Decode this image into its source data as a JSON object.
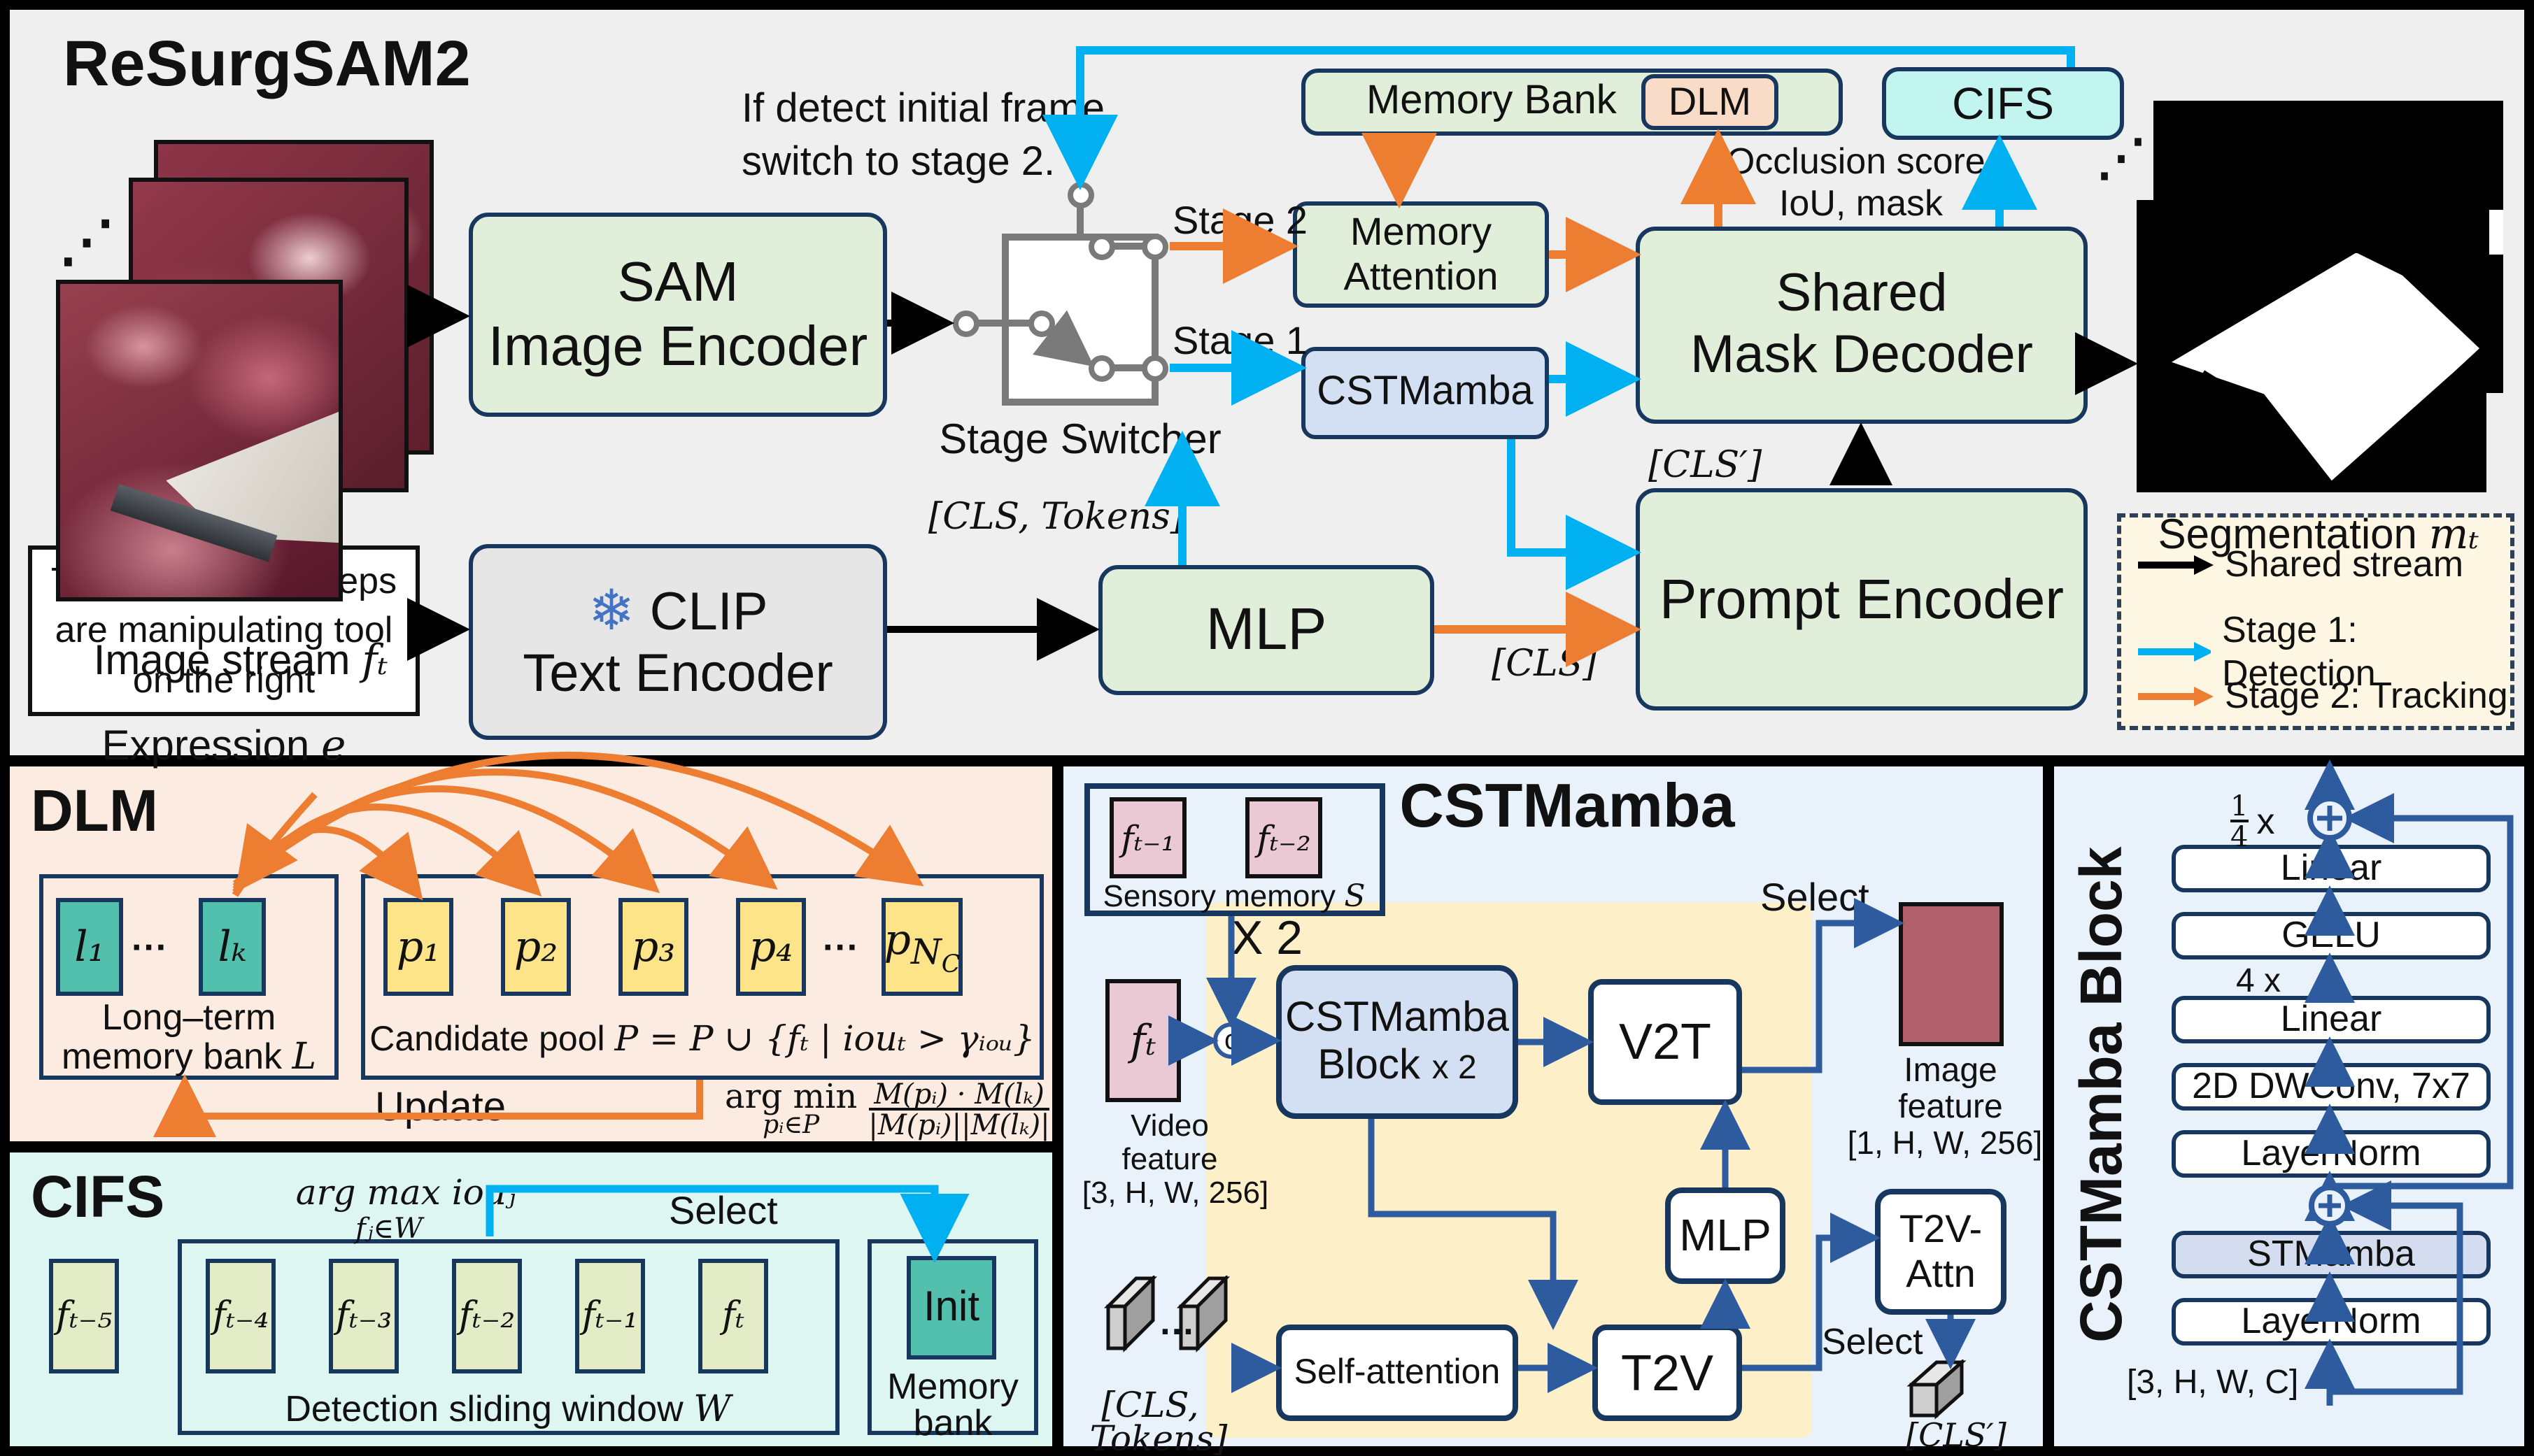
{
  "colors": {
    "panel_top_bg": "#efefef",
    "green_box": "#e1eed9",
    "navy_border": "#17375e",
    "orange": "#ed7d31",
    "cyan": "#00b0f0",
    "blue_arrow": "#2e5b9e",
    "cifs_fill": "#c2f4f0",
    "dlm_chip_fill": "#f9dcc8",
    "dlm_panel_bg": "#fcebe0",
    "cifs_panel_bg": "#ddf6f1",
    "mamba_panel_bg": "#e9f1fb",
    "periwinkle": "#d3dff2",
    "yellow_region": "#fdf0c9",
    "yellow_cell": "#fde488",
    "teal_cell": "#53c0ae",
    "pink_cell": "#eac9d4",
    "pale_green_cell": "#e3ecc7",
    "maroon": "#b2606c",
    "legend_bg": "#fdf6e3",
    "gray_box": "#e7e6e6",
    "switch_gray": "#7a7a7a"
  },
  "top": {
    "title": "ReSurgSAM2",
    "dots": "⋰",
    "image_stream": "Image stream",
    "ft": "fₜ",
    "sam1": "SAM",
    "sam2": "Image Encoder",
    "note1": "If detect initial frame,",
    "note2": "switch to stage 2.",
    "stage_switcher": "Stage Switcher",
    "stage2": "Stage 2",
    "stage1": "Stage 1",
    "memory_bank": "Memory Bank",
    "dlm_chip": "DLM",
    "cifs": "CIFS",
    "mem_attn1": "Memory",
    "mem_attn2": "Attention",
    "cstmamba": "CSTMamba",
    "smd1": "Shared",
    "smd2": "Mask Decoder",
    "occ1": "Occlusion score,",
    "occ2": "IoU, mask",
    "segmentation": "Segmentation",
    "mt": "mₜ",
    "expr1": "The prograsp forceps",
    "expr2": "are manipulating tool",
    "expr3": "on the right",
    "expr_label": "Expression",
    "e": "e",
    "snowflake": "❄",
    "clip1": "CLIP",
    "clip2": "Text Encoder",
    "mlp": "MLP",
    "prompt_encoder": "Prompt Encoder",
    "cls_tokens": "[CLS, Tokens]",
    "cls": "[CLS]",
    "cls_prime": "[CLS′]"
  },
  "legend": {
    "items": [
      {
        "label": "Shared stream",
        "color": "#000000"
      },
      {
        "label": "Stage 1: Detection",
        "color": "#00b0f0"
      },
      {
        "label": "Stage 2: Tracking",
        "color": "#ed7d31"
      }
    ]
  },
  "dlm": {
    "title": "DLM",
    "l1": "l₁",
    "dots": "···",
    "lk": "lₖ",
    "lt1": "Long–term",
    "lt2_pre": "memory bank",
    "lt2_var": "L",
    "cells": [
      "p₁",
      "p₂",
      "p₃",
      "p₄"
    ],
    "pool_dots": "···",
    "pnc": {
      "p": "p",
      "n": "N",
      "c": "C"
    },
    "pool_pre": "Candidate pool",
    "pool_math": "P = P ∪ {fₜ | iouₜ > γᵢₒᵤ}",
    "update": "Update",
    "argmin1": "arg min",
    "argmin2": "pᵢ∈P",
    "frac_num": "M(pᵢ) · M(lₖ)",
    "frac_den": "|M(pᵢ)||M(lₖ)|"
  },
  "cifs": {
    "title": "CIFS",
    "argmax": "arg max iouⱼ",
    "argmax_under": "fⱼ∈W",
    "select": "Select",
    "outside": "fₜ₋₅",
    "cells": [
      "fₜ₋₄",
      "fₜ₋₃",
      "fₜ₋₂",
      "fₜ₋₁",
      "fₜ"
    ],
    "window_pre": "Detection sliding window",
    "window_var": "W",
    "init": "Init",
    "mb1": "Memory",
    "mb2": "bank"
  },
  "cstm": {
    "title": "CSTMamba",
    "s1": "fₜ₋₁",
    "s2": "fₜ₋₂",
    "sensory_pre": "Sensory memory",
    "sensory_var": "S",
    "ft": "fₜ",
    "vf1": "Video",
    "vf2": "feature",
    "vf3": "[3, H, W, 256]",
    "concat": "c",
    "x2": "X 2",
    "block1": "CSTMamba",
    "block2": "Block",
    "block2b": "x 2",
    "v2t": "V2T",
    "mlp": "MLP",
    "t2v": "T2V",
    "self_attn": "Self-attention",
    "select1": "Select",
    "if1": "Image",
    "if2": "feature",
    "if3": "[1, H, W, 256]",
    "t2va1": "T2V-",
    "t2va2": "Attn",
    "select2": "Select",
    "bar_dots": "…",
    "cls_tok1": "[CLS,",
    "cls_tok2": "Tokens]",
    "cls_prime": "[CLS′]"
  },
  "block": {
    "title": "CSTMamba Block",
    "frac_n": "1",
    "frac_d": "4",
    "frac_x": "x",
    "rows": [
      "Linear",
      "GELU",
      "Linear",
      "2D DWConv, 7x7",
      "LayerNorm",
      "STMamba",
      "LayerNorm"
    ],
    "four_x": "4 x",
    "input": "[3, H, W, C]"
  }
}
